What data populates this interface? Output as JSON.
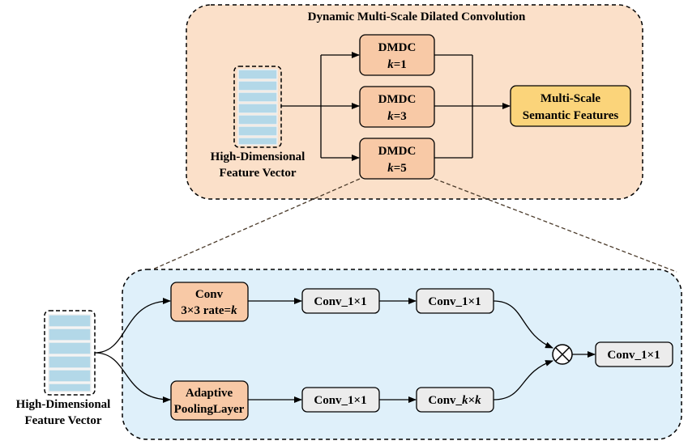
{
  "top": {
    "title": "Dynamic Multi-Scale Dilated Convolution",
    "input_label_line1": "High-Dimensional",
    "input_label_line2": "Feature Vector",
    "dmdc_name": "DMDC",
    "branches": [
      {
        "k_var": "k",
        "k_value": "=1"
      },
      {
        "k_var": "k",
        "k_value": "=3"
      },
      {
        "k_var": "k",
        "k_value": "=5"
      }
    ],
    "output_line1": "Multi-Scale",
    "output_line2": "Semantic Features"
  },
  "bottom": {
    "input_label_line1": "High-Dimensional",
    "input_label_line2": "Feature Vector",
    "conv_line1": "Conv",
    "conv_line2_prefix": "3×3 rate=",
    "conv_line2_var": "k",
    "upper_conv1": "Conv_1×1",
    "upper_conv2": "Conv_1×1",
    "adaptive_line1": "Adaptive",
    "adaptive_line2": "PoolingLayer",
    "lower_conv1": "Conv_1×1",
    "lower_conv2_prefix": "Conv_",
    "lower_conv2_k1": "k",
    "lower_conv2_x": "×",
    "lower_conv2_k2": "k",
    "multiply_symbol": "⊗",
    "output_conv": "Conv_1×1"
  },
  "colors": {
    "top_panel": "#fbe0c9",
    "bottom_panel": "#dff0fa",
    "orange_box": "#f8c9a6",
    "yellow_box": "#fbd47a",
    "gray_box": "#ececec",
    "feature_bar": "#b3d8e8"
  }
}
